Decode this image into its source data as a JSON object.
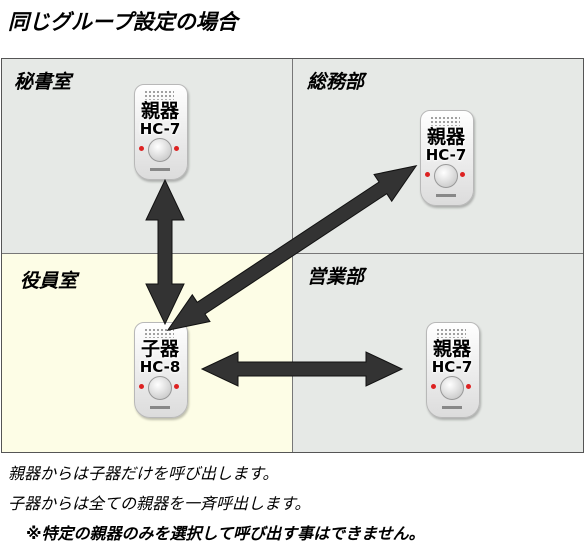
{
  "title": "同じグループ設定の場合",
  "rooms": {
    "hisho": "秘書室",
    "somu": "総務部",
    "yakuin": "役員室",
    "eigyo": "営業部"
  },
  "devices": {
    "hisho": {
      "name": "親器",
      "model": "HC-7"
    },
    "somu": {
      "name": "親器",
      "model": "HC-7"
    },
    "yakuin": {
      "name": "子器",
      "model": "HC-8"
    },
    "eigyo": {
      "name": "親器",
      "model": "HC-7"
    }
  },
  "notes": [
    "親器からは子器だけを呼び出します。",
    "子器からは全ての親器を一斉呼出します。",
    "※特定の親器のみを選択して呼び出す事はできません。"
  ]
}
